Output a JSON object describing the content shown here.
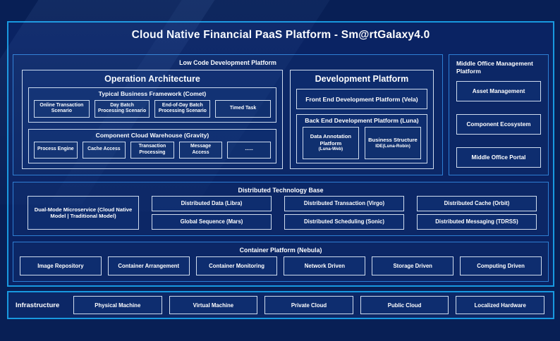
{
  "title": "Cloud Native Financial PaaS Platform - Sm@rtGalaxy4.0",
  "low_code": {
    "label": "Low Code Development Platform",
    "operation": {
      "title": "Operation Architecture",
      "typical": {
        "label": "Typical Business Framework (Comet)",
        "items": [
          "Online Transaction Scenario",
          "Day Batch Processing Scenario",
          "End-of-Day Batch Processing Scenario",
          "Timed Task"
        ]
      },
      "warehouse": {
        "label": "Component Cloud Warehouse (Gravity)",
        "items": [
          "Process Engine",
          "Cache Access",
          "Transaction Processing",
          "Message Access",
          "......"
        ]
      }
    },
    "development": {
      "title": "Development Platform",
      "front_end": "Front End Development Platform (Vela)",
      "back_end": {
        "label": "Back End Development Platform (Luna)",
        "items": [
          {
            "line1": "Data Annotation Platform",
            "line2": "(Luna-Web)"
          },
          {
            "line1": "Business Structure",
            "line2": "IDE(Luna-Robin)"
          }
        ]
      }
    }
  },
  "middle_office": {
    "label": "Middle Office Management Platform",
    "items": [
      "Asset Management",
      "Component Ecosystem",
      "Middle Office Portal"
    ]
  },
  "distributed": {
    "label": "Distributed Technology Base",
    "tall_item": "Dual-Mode Microservice (Cloud Native Model | Traditional Model)",
    "row1": [
      "Distributed Data (Libra)",
      "Distributed Transaction (Virgo)",
      "Distributed Cache (Orbit)"
    ],
    "row2": [
      "Global Sequence (Mars)",
      "Distributed Scheduling (Sonic)",
      "Distributed Messaging (TDRSS)"
    ]
  },
  "container_platform": {
    "label": "Container Platform (Nebula)",
    "items": [
      "Image Repository",
      "Container Arrangement",
      "Container Monitoring",
      "Network Driven",
      "Storage Driven",
      "Computing Driven"
    ]
  },
  "infrastructure": {
    "label": "Infrastructure",
    "items": [
      "Physical Machine",
      "Virtual Machine",
      "Private Cloud",
      "Public Cloud",
      "Localized Hardware"
    ]
  },
  "colors": {
    "background": "#081f55",
    "frame_border": "#1899e0",
    "section_border": "#2e7fd4",
    "box_border": "#cfdcee",
    "text": "#ffffff"
  }
}
